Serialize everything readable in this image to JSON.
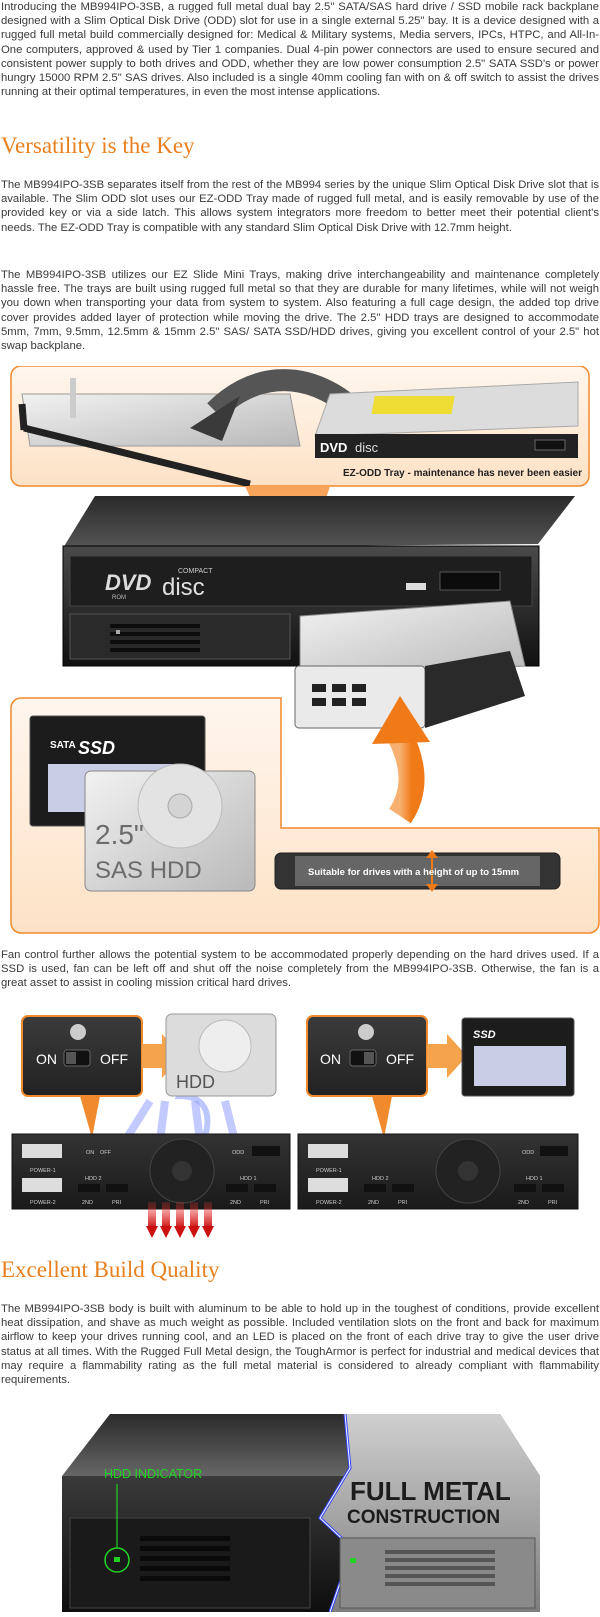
{
  "intro": {
    "text": "Introducing the MB994IPO-3SB, a rugged full metal dual bay 2.5\" SATA/SAS hard drive / SSD mobile rack backplane designed with a Slim Optical Disk Drive (ODD) slot for use in a single external 5.25\" bay. It is a device designed with a rugged full metal build commercially designed for: Medical & Military systems, Media servers, IPCs, HTPC, and All-In-One computers, approved & used by Tier 1 companies. Dual 4-pin power connectors are used to ensure secured and consistent power supply to both drives and ODD, whether they are low power consumption 2.5\" SATA SSD's or power hungry 15000 RPM 2.5\" SAS drives. Also included is a single 40mm cooling fan with on & off switch to assist the drives running at their optimal temperatures, in even the most intense applications."
  },
  "versatility": {
    "heading": "Versatility is the Key",
    "para1": "The MB994IPO-3SB separates itself from the rest of the MB994 series by the unique Slim Optical Disk Drive slot that is available. The Slim ODD slot uses our EZ-ODD Tray made of rugged full metal, and is easily removable by use of the provided key or via a side latch. This allows system integrators more freedom to better meet their potential client's needs. The EZ-ODD Tray is compatible with any standard Slim Optical Disk Drive with 12.7mm height.",
    "para2": "The MB994IPO-3SB utilizes our EZ Slide Mini Trays, making drive interchangeability and maintenance completely hassle free. The trays are built using rugged full metal so that they are durable for many lifetimes, while will not weigh you down when transporting your data from system to system. Also featuring a full cage design, the added top drive cover provides added layer of protection while moving the drive. The 2.5\" HDD trays are designed to accommodate 5mm, 7mm, 9.5mm, 12.5mm & 15mm 2.5\" SAS/ SATA SSD/HDD drives, giving you excellent control of your 2.5\" hot swap backplane."
  },
  "figure1": {
    "odd_caption": "EZ-ODD Tray - maintenance has never been easier",
    "dvd_logo": "DVD",
    "dvd_sub": "ROM",
    "disc_word": "disc",
    "compact_word": "COMPACT",
    "sata_word": "SATA",
    "ssd_word": "SSD",
    "sas_size": "2.5\"",
    "sas_hdd": "SAS HDD",
    "drive_caption": "Suitable for drives with a height of  up to 15mm"
  },
  "fan": {
    "text": "Fan control further allows the potential system to be accommodated properly depending on the hard drives used. If a SSD is used, fan can be left off and shut off the noise completely from the MB994IPO-3SB. Otherwise, the fan is a great asset to assist in cooling mission critical hard drives."
  },
  "figure2": {
    "on_label": "ON",
    "off_label": "OFF",
    "hdd_label": "HDD",
    "ssd_label": "SSD",
    "power1": "POWER-1",
    "power2": "POWER-2",
    "odd": "ODD",
    "hdd1": "HDD 1",
    "hdd2": "HDD 2",
    "port_2nd": "2ND",
    "port_pri": "PRI",
    "sw_on": "ON",
    "sw_off": "OFF"
  },
  "build": {
    "heading": "Excellent Build Quality",
    "text": "The MB994IPO-3SB body is built with aluminum to be able to hold up in the toughest of conditions, provide excellent heat dissipation, and shave as much weight as possible. Included ventilation slots on the front and back for maximum airflow to keep your drives running cool, and an LED is placed on the front of each drive tray to give the user drive status at all times. With the Rugged Full Metal design, the ToughArmor is perfect for industrial and medical devices that may require a flammability rating as the full metal material is considered to already compliant with flammability requirements."
  },
  "figure3": {
    "indicator": "HDD INDICATOR",
    "full_metal_1": "FULL METAL",
    "full_metal_2": "CONSTRUCTION"
  },
  "colors": {
    "heading_orange": "#e8801e",
    "panel_orange": "#f18a2c",
    "indicator_green": "#22d322"
  }
}
